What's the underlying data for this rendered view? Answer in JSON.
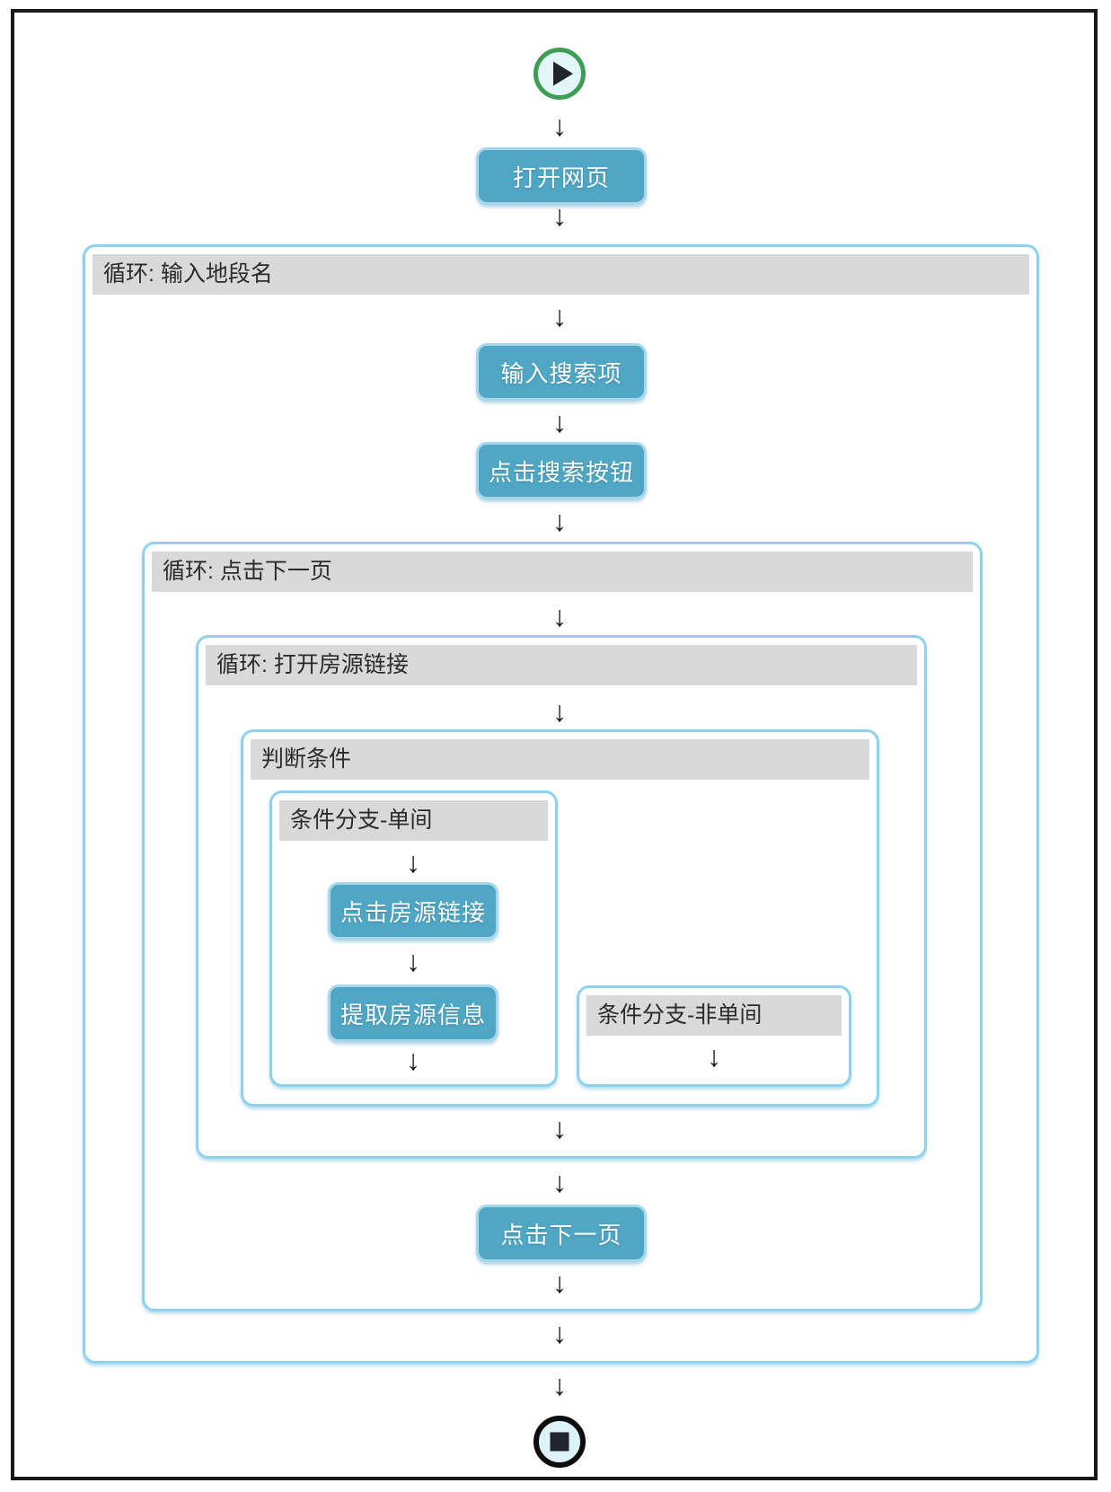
{
  "icons": {
    "arrow_down": "↓",
    "start": "play-circle",
    "end": "stop-circle"
  },
  "steps": {
    "open_page": "打开网页",
    "input_search": "输入搜索项",
    "click_search": "点击搜索按钮",
    "click_listing": "点击房源链接",
    "extract_listing": "提取房源信息",
    "click_next_page": "点击下一页"
  },
  "containers": {
    "loop_input_district": "循环: 输入地段名",
    "loop_click_next_page": "循环: 点击下一页",
    "loop_open_listing": "循环: 打开房源链接",
    "condition": "判断条件",
    "branch_single_room": "条件分支-单间",
    "branch_not_single_room": "条件分支-非单间"
  },
  "colors": {
    "step_fill": "#4fa7c5",
    "step_border": "#a5d8ec",
    "container_border": "#8ed1f0",
    "header_bg": "#d9d9d9",
    "start_green": "#3d9e53",
    "frame_black": "#191919"
  }
}
